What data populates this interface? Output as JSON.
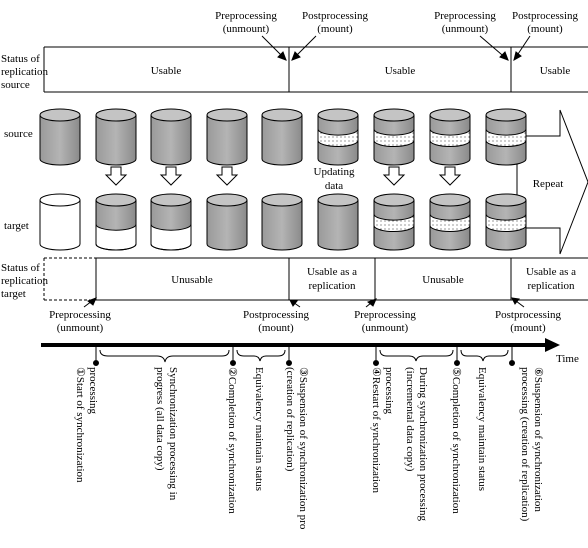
{
  "top_labels": [
    {
      "line1": "Preprocessing",
      "line2": "(unmount)"
    },
    {
      "line1": "Postprocessing",
      "line2": "(mount)"
    },
    {
      "line1": "Preprocessing",
      "line2": "(unmount)"
    },
    {
      "line1": "Postprocessing",
      "line2": "(mount)"
    }
  ],
  "source_status": {
    "label_lines": [
      "Status of",
      "replication",
      "source"
    ],
    "segments": [
      "Usable",
      "Usable",
      "Usable"
    ]
  },
  "row_labels": {
    "source": "source",
    "target": "target"
  },
  "updating_data": [
    "Updating",
    "data"
  ],
  "repeat": "Repeat",
  "target_status": {
    "label_lines": [
      "Status of",
      "replication",
      "target"
    ],
    "segments": [
      {
        "lines": [
          "Unusable"
        ]
      },
      {
        "lines": [
          "Usable as a",
          "replication"
        ]
      },
      {
        "lines": [
          "Unusable"
        ]
      },
      {
        "lines": [
          "Usable as a",
          "replication"
        ]
      }
    ]
  },
  "bottom_labels": [
    {
      "line1": "Preprocessing",
      "line2": "(unmount)"
    },
    {
      "line1": "Postprocessing",
      "line2": "(mount)"
    },
    {
      "line1": "Preprocessing",
      "line2": "(unmount)"
    },
    {
      "line1": "Postprocessing",
      "line2": "(mount)"
    }
  ],
  "time_label": "Time",
  "steps": [
    {
      "lines": [
        "①Start of synchronization",
        "processing"
      ]
    },
    {
      "lines": [
        "Synchronization processing in",
        "progress (all data copy)"
      ]
    },
    {
      "lines": [
        "②Completion of synchronization"
      ]
    },
    {
      "lines": [
        "Equivalency maintain status"
      ]
    },
    {
      "lines": [
        "③Suspension of synchronization pro",
        "(creation of replication)"
      ]
    },
    {
      "lines": [
        "④Restart of synchronization",
        "processing"
      ]
    },
    {
      "lines": [
        "During synchronization processing",
        "(incremental data copy)"
      ]
    },
    {
      "lines": [
        "⑤Completion of synchronization"
      ]
    },
    {
      "lines": [
        "Equivalency maintain status"
      ]
    },
    {
      "lines": [
        "⑥Suspension of synchronization",
        "processing (creation of replication)"
      ]
    }
  ]
}
